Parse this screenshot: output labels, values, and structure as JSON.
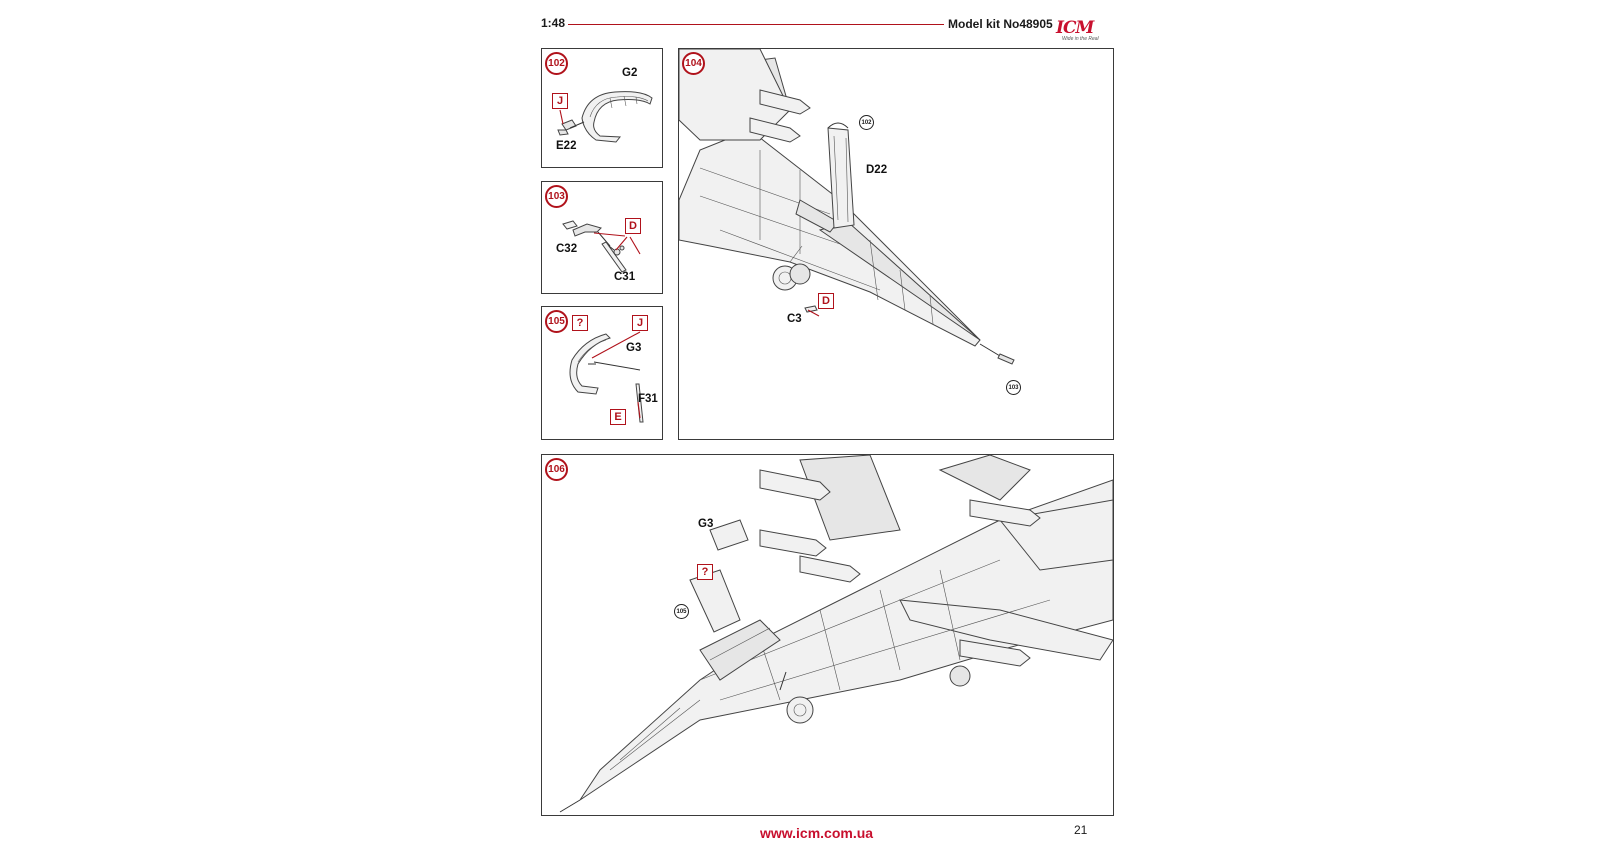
{
  "header": {
    "scale": "1:48",
    "kit": "Model kit No48905",
    "logo_text": "ICM",
    "logo_slogan": "Wide in the Real",
    "brand_color": "#c8102e"
  },
  "steps": {
    "s102": {
      "number": "102",
      "parts": {
        "g2": "G2",
        "e22": "E22"
      },
      "colors": {
        "j": "J"
      }
    },
    "s103": {
      "number": "103",
      "parts": {
        "c32": "C32",
        "c31": "C31"
      },
      "colors": {
        "d": "D"
      }
    },
    "s104": {
      "number": "104",
      "parts": {
        "d22": "D22",
        "c3": "C3"
      },
      "colors": {
        "d": "D"
      },
      "refs": {
        "r102": "102",
        "r103": "103"
      }
    },
    "s105": {
      "number": "105",
      "parts": {
        "g3": "G3",
        "f31": "F31"
      },
      "colors": {
        "q": "?",
        "j": "J",
        "e": "E"
      }
    },
    "s106": {
      "number": "106",
      "parts": {
        "g3": "G3"
      },
      "colors": {
        "q": "?"
      },
      "refs": {
        "r105": "105"
      }
    }
  },
  "footer": {
    "url": "www.icm.com.ua",
    "page": "21"
  }
}
